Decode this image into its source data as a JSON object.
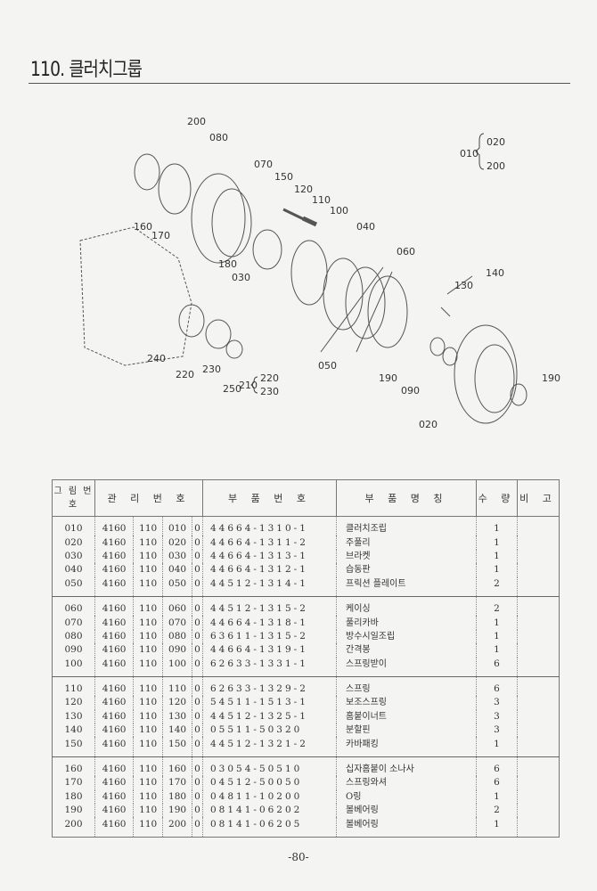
{
  "title": "110. 클러치그룹",
  "diagram": {
    "callouts": [
      "200",
      "080",
      "070",
      "150",
      "120",
      "110",
      "100",
      "040",
      "060",
      "160",
      "170",
      "180",
      "030",
      "140",
      "130",
      "240",
      "220",
      "230",
      "250",
      "210",
      "220",
      "230",
      "050",
      "190",
      "090",
      "020",
      "190",
      "010",
      "020",
      "200"
    ]
  },
  "table": {
    "headers": {
      "fig_no": "그 림 번 호",
      "mgmt_no": "관 리 번 호",
      "part_no": "부 품 번 호",
      "part_name": "부 품 명 칭",
      "qty": "수 량",
      "remarks": "비 고"
    },
    "rows": [
      {
        "fig": "010",
        "a": "4160",
        "b": "110",
        "c": "010",
        "d": "0",
        "part": "44664-1310-1",
        "name": "클러치조립",
        "qty": "1"
      },
      {
        "fig": "020",
        "a": "4160",
        "b": "110",
        "c": "020",
        "d": "0",
        "part": "44664-1311-2",
        "name": "주풀리",
        "qty": "1"
      },
      {
        "fig": "030",
        "a": "4160",
        "b": "110",
        "c": "030",
        "d": "0",
        "part": "44664-1313-1",
        "name": "브라켓",
        "qty": "1"
      },
      {
        "fig": "040",
        "a": "4160",
        "b": "110",
        "c": "040",
        "d": "0",
        "part": "44664-1312-1",
        "name": "습동판",
        "qty": "1"
      },
      {
        "fig": "050",
        "a": "4160",
        "b": "110",
        "c": "050",
        "d": "0",
        "part": "44512-1314-1",
        "name": "프릭션 플레이트",
        "qty": "2"
      },
      {
        "fig": "060",
        "a": "4160",
        "b": "110",
        "c": "060",
        "d": "0",
        "part": "44512-1315-2",
        "name": "케이싱",
        "qty": "2"
      },
      {
        "fig": "070",
        "a": "4160",
        "b": "110",
        "c": "070",
        "d": "0",
        "part": "44664-1318-1",
        "name": "풀리카바",
        "qty": "1"
      },
      {
        "fig": "080",
        "a": "4160",
        "b": "110",
        "c": "080",
        "d": "0",
        "part": "63611-1315-2",
        "name": "방수시일조립",
        "qty": "1"
      },
      {
        "fig": "090",
        "a": "4160",
        "b": "110",
        "c": "090",
        "d": "0",
        "part": "44664-1319-1",
        "name": "간격봉",
        "qty": "1"
      },
      {
        "fig": "100",
        "a": "4160",
        "b": "110",
        "c": "100",
        "d": "0",
        "part": "62633-1331-1",
        "name": "스프링받이",
        "qty": "6"
      },
      {
        "fig": "110",
        "a": "4160",
        "b": "110",
        "c": "110",
        "d": "0",
        "part": "62633-1329-2",
        "name": "스프링",
        "qty": "6"
      },
      {
        "fig": "120",
        "a": "4160",
        "b": "110",
        "c": "120",
        "d": "0",
        "part": "54511-1513-1",
        "name": "보조스프링",
        "qty": "3"
      },
      {
        "fig": "130",
        "a": "4160",
        "b": "110",
        "c": "130",
        "d": "0",
        "part": "44512-1325-1",
        "name": "홈붙이너트",
        "qty": "3"
      },
      {
        "fig": "140",
        "a": "4160",
        "b": "110",
        "c": "140",
        "d": "0",
        "part": "05511-50320",
        "name": "분할핀",
        "qty": "3"
      },
      {
        "fig": "150",
        "a": "4160",
        "b": "110",
        "c": "150",
        "d": "0",
        "part": "44512-1321-2",
        "name": "카바패킹",
        "qty": "1"
      },
      {
        "fig": "160",
        "a": "4160",
        "b": "110",
        "c": "160",
        "d": "0",
        "part": "03054-50510",
        "name": "십자홈붙이 소나사",
        "qty": "6"
      },
      {
        "fig": "170",
        "a": "4160",
        "b": "110",
        "c": "170",
        "d": "0",
        "part": "04512-50050",
        "name": "스프링와셔",
        "qty": "6"
      },
      {
        "fig": "180",
        "a": "4160",
        "b": "110",
        "c": "180",
        "d": "0",
        "part": "04811-10200",
        "name": "O링",
        "qty": "1"
      },
      {
        "fig": "190",
        "a": "4160",
        "b": "110",
        "c": "190",
        "d": "0",
        "part": "08141-06202",
        "name": "볼베어링",
        "qty": "2"
      },
      {
        "fig": "200",
        "a": "4160",
        "b": "110",
        "c": "200",
        "d": "0",
        "part": "08141-06205",
        "name": "볼베어링",
        "qty": "1"
      }
    ]
  },
  "page_number": "-80-"
}
